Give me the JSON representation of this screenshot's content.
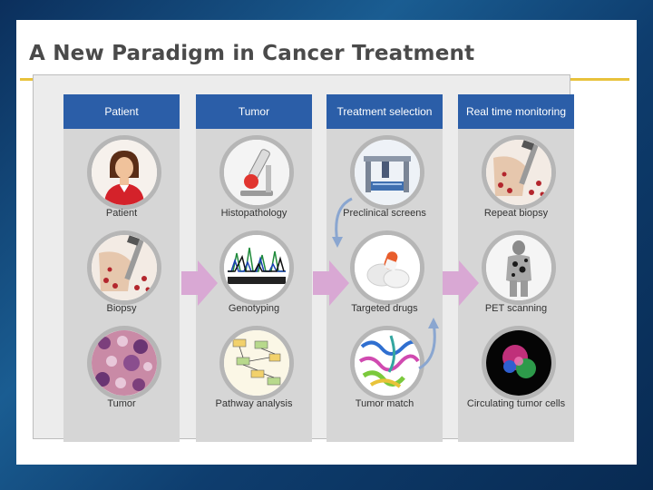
{
  "title": "A New Paradigm in Cancer Treatment",
  "colors": {
    "header_blue": "#2b5ea8",
    "accent_rule": "#e8c23c",
    "arrow_pink": "#d9a8d4",
    "panel_gray": "#d6d6d6"
  },
  "columns": [
    {
      "header": "Patient",
      "items": [
        {
          "label": "Patient",
          "icon": "patient-icon"
        },
        {
          "label": "Biopsy",
          "icon": "biopsy-icon"
        },
        {
          "label": "Tumor",
          "icon": "tumor-tissue-icon"
        }
      ]
    },
    {
      "header": "Tumor",
      "items": [
        {
          "label": "Histopathology",
          "icon": "microscope-icon"
        },
        {
          "label": "Genotyping",
          "icon": "dna-sequence-icon"
        },
        {
          "label": "Pathway analysis",
          "icon": "pathway-map-icon"
        }
      ]
    },
    {
      "header": "Treatment selection",
      "items": [
        {
          "label": "Preclinical screens",
          "icon": "lab-robot-icon"
        },
        {
          "label": "Targeted drugs",
          "icon": "pills-icon"
        },
        {
          "label": "Tumor match",
          "icon": "protein-structure-icon"
        }
      ]
    },
    {
      "header": "Real time monitoring",
      "items": [
        {
          "label": "Repeat biopsy",
          "icon": "biopsy-icon"
        },
        {
          "label": "PET scanning",
          "icon": "pet-scan-icon"
        },
        {
          "label": "Circulating tumor cells",
          "icon": "tumor-cell-icon"
        }
      ]
    }
  ]
}
